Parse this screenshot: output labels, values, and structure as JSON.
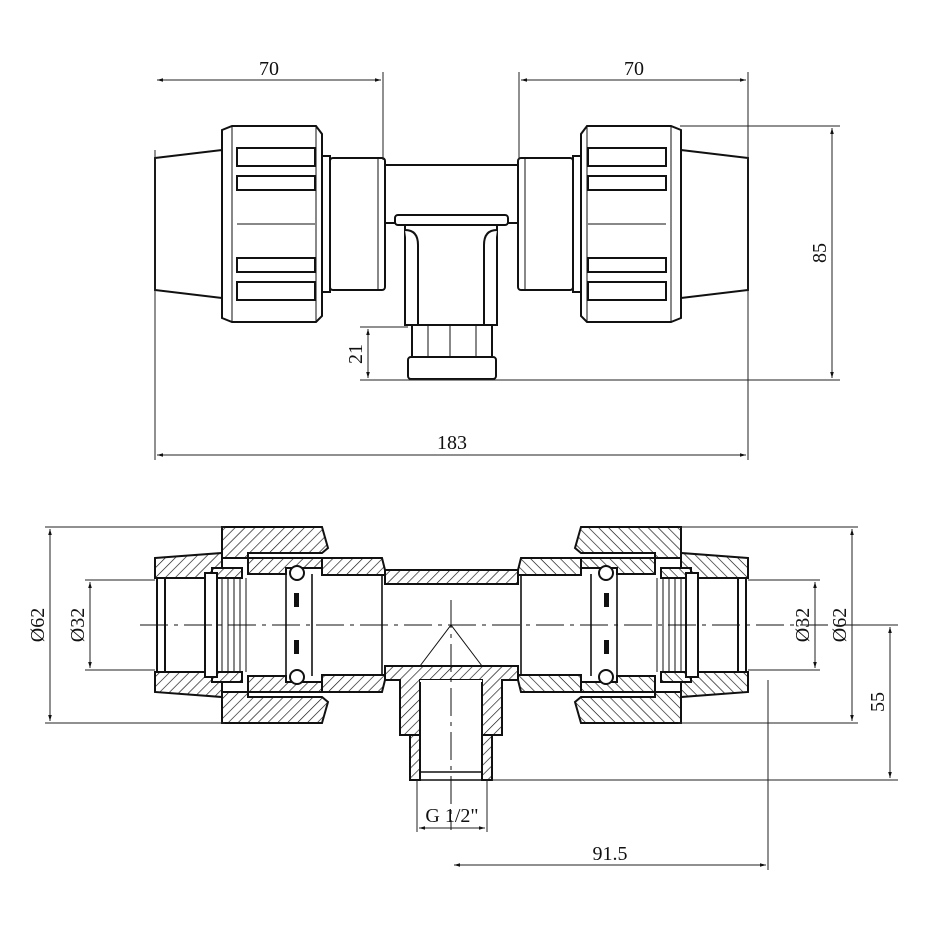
{
  "top_view": {
    "dim_left_length": "70",
    "dim_right_length": "70",
    "dim_height": "85",
    "dim_branch": "21",
    "dim_total_length": "183"
  },
  "section_view": {
    "dim_left_outer_diameter": "Ø62",
    "dim_left_inner_diameter": "Ø32",
    "dim_right_inner_diameter": "Ø32",
    "dim_right_outer_diameter": "Ø62",
    "dim_branch_height": "55",
    "dim_thread": "G 1/2\"",
    "dim_half_length": "91.5"
  }
}
